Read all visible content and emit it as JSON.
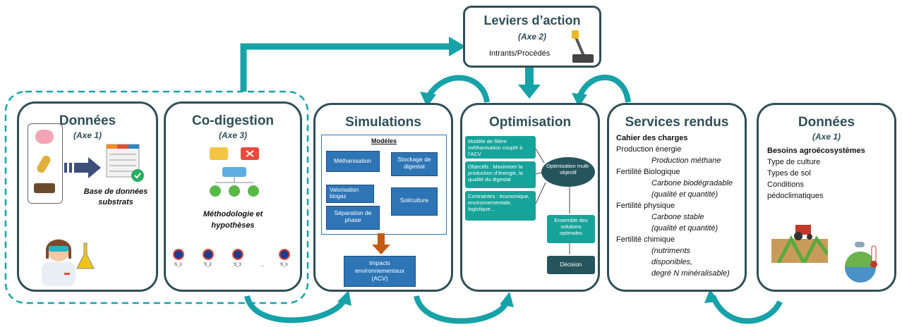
{
  "leviers": {
    "title": "Leviers d’action",
    "axe": "(Axe 2)",
    "text": "Intrants/Procédés"
  },
  "donnees_left": {
    "title": "Données",
    "axe": "(Axe 1)",
    "caption_line1": "Base de données",
    "caption_line2": "substrats"
  },
  "codigestion": {
    "title": "Co-digestion",
    "axe": "(Axe 3)",
    "caption_line1": "Méthodologie et",
    "caption_line2": "hypothèses",
    "samples": [
      "S_1",
      "S_2",
      "S_3",
      "...",
      "S_n"
    ]
  },
  "simulations": {
    "title": "Simulations",
    "modeles": "Modèles",
    "methanisation": "Méthanisation",
    "valorisation": "Valorisation biogaz",
    "separation": "Séparation de phase",
    "stockage": "Stockage de digestat",
    "sol": "Sol/culture",
    "impacts": "Impacts environnementaux (ACV)"
  },
  "optimisation": {
    "title": "Optimisation",
    "modele": "Modèle de filière méthanisation couplé à l’ACV",
    "objectifs": "Objectifs : Maximiser la production d’énergie, la qualité du digestat",
    "contraintes": "Contraintes : économique, environnementale, logistique…",
    "optim": "Optimisation multi-objectif",
    "ensemble": "Ensemble des solutions optimales",
    "decision": "Décision"
  },
  "services": {
    "title": "Services rendus",
    "cahier": "Cahier des charges",
    "prod": "Production énergie",
    "prod_sub": "Production méthane",
    "fert_bio": "Fertilité Biologique",
    "fert_bio_sub1": "Carbone biodégradable",
    "fert_bio_sub2": "(qualité et quantité)",
    "fert_phy": "Fertilité physique",
    "fert_phy_sub1": "Carbone stable",
    "fert_phy_sub2": "(qualité et quantité)",
    "fert_chi": "Fertilité chimique",
    "fert_chi_sub1": "(nutriments",
    "fert_chi_sub2": "disponibles,",
    "fert_chi_sub3": "degré N minéralisable)"
  },
  "donnees_right": {
    "title": "Données",
    "axe": "(Axe 1)",
    "besoins": "Besoins agroécosystèmes",
    "item1": "Type de culture",
    "item2": "Types de sol",
    "item3": "Conditions",
    "item4": "pédoclimatiques"
  },
  "colors": {
    "teal": "#17a2a8",
    "dark": "#2f4f57",
    "blue": "#2e75b6",
    "box_teal": "#16a39a",
    "dark_teal": "#26545c"
  }
}
